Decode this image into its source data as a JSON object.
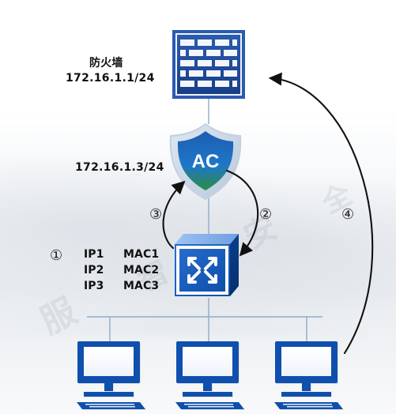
{
  "diagram": {
    "firewall": {
      "name": "防火墙",
      "ip": "172.16.1.1/24"
    },
    "ac": {
      "badge_text": "AC",
      "ip": "172.16.1.3/24"
    },
    "steps": {
      "s1": "①",
      "s2": "②",
      "s3": "③",
      "s4": "④"
    },
    "mac_table": [
      {
        "ip": "IP1",
        "mac": "MAC1"
      },
      {
        "ip": "IP2",
        "mac": "MAC2"
      },
      {
        "ip": "IP3",
        "mac": "MAC3"
      }
    ],
    "watermark": {
      "c1": "服",
      "c2": "智",
      "c3": "安",
      "c4": "全"
    }
  },
  "colors": {
    "line": "#8faacc",
    "firewall_blue": "#1f4f9e",
    "firewall_brick": "#6f95d6",
    "ac_green": "#2c8b43",
    "ac_blue": "#1d63b8",
    "switch_blue": "#0b56b8",
    "pc_blue": "#0f4fae"
  },
  "icons": {
    "firewall": "firewall-icon",
    "ac": "access-controller-icon",
    "switch": "switch-icon",
    "pc": "desktop-pc-icon"
  }
}
